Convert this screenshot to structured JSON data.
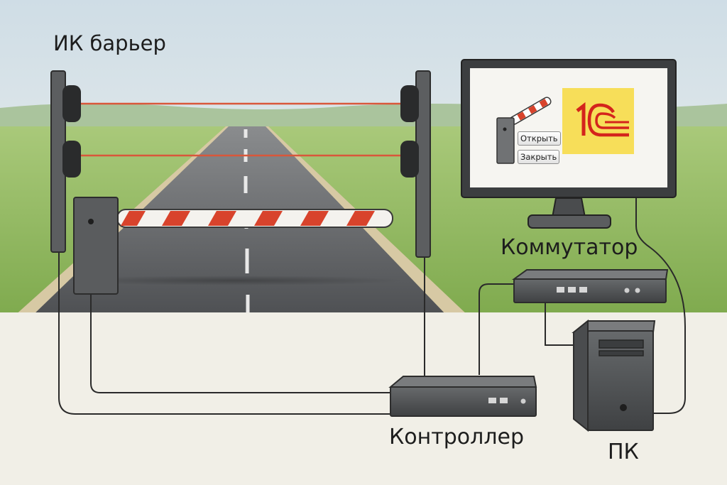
{
  "labels": {
    "ir_barrier": "ИК барьер",
    "switch": "Коммутатор",
    "controller": "Контроллер",
    "pc": "ПК"
  },
  "monitor_screen": {
    "open_button": "Открыть",
    "close_button": "Закрыть",
    "logo_text": "1C"
  },
  "colors": {
    "sky": "#dbe6ea",
    "grass": "#8cb65a",
    "road": "#5f6164",
    "ir_beam": "#d9573a",
    "barrier_stripe": "#d8432c",
    "device": "#4f5153",
    "logo_bg": "#f7de59",
    "logo_fg": "#d4241c",
    "cable": "#2a2a2a"
  }
}
